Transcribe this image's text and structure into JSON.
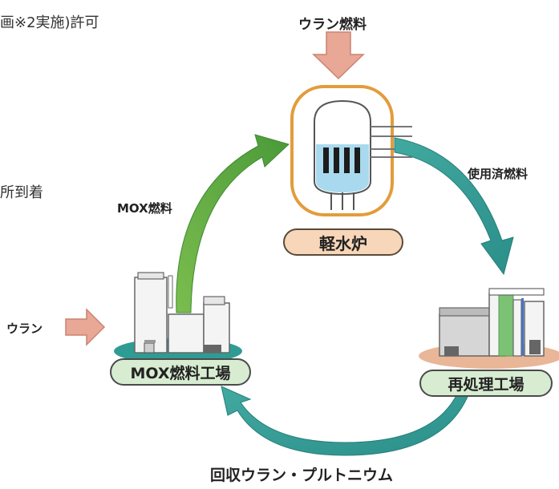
{
  "side_text": {
    "top_fragment": "画※2実施)許可",
    "mid_fragment": "所到着"
  },
  "labels": {
    "uranium_fuel": "ウラン燃料",
    "spent_fuel": "使用済燃料",
    "mox_fuel": "MOX燃料",
    "uranium": "ウラン",
    "recovered": "回収ウラン・プルトニウム"
  },
  "facilities": {
    "reactor": "軽水炉",
    "mox_plant": "MOX燃料工場",
    "reprocessing_plant": "再処理工場"
  },
  "colors": {
    "uranium_arrow": "#e9a796",
    "reactor_outline": "#e39c3b",
    "reactor_water": "#a9d9ee",
    "green_arrow": "#5aa743",
    "teal_arrow": "#2f9c94",
    "pill_fill": "#d7ecd1",
    "reactor_pill_fill": "#f7d6b9"
  }
}
